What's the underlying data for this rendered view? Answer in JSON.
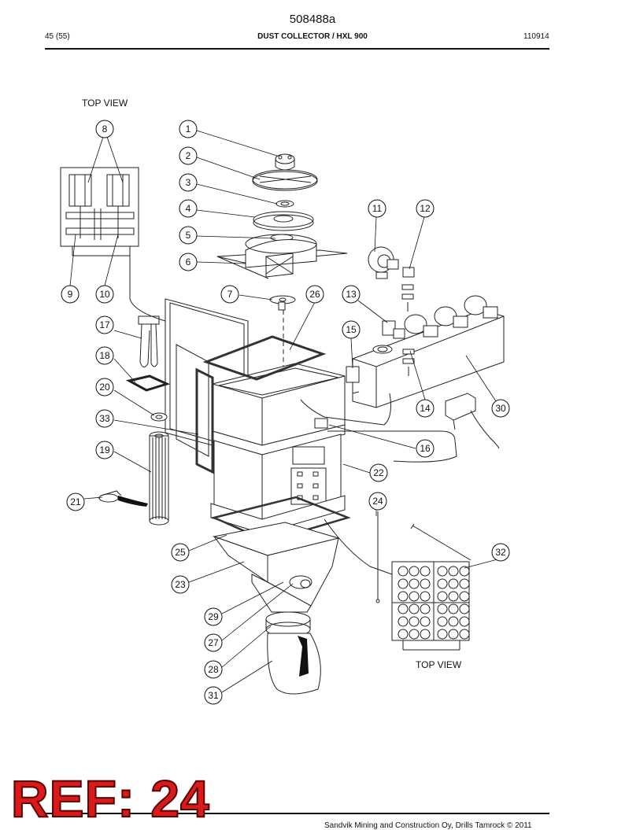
{
  "header": {
    "doc_number": "508488a",
    "page": "45 (55)",
    "title": "DUST COLLECTOR / HXL 900",
    "date": "110914"
  },
  "views": {
    "top_view_left": "TOP VIEW",
    "top_view_right": "TOP VIEW"
  },
  "callouts": {
    "c1": "1",
    "c2": "2",
    "c3": "3",
    "c4": "4",
    "c5": "5",
    "c6": "6",
    "c7": "7",
    "c8": "8",
    "c9": "9",
    "c10": "10",
    "c11": "11",
    "c12": "12",
    "c13": "13",
    "c14": "14",
    "c15": "15",
    "c16": "16",
    "c17": "17",
    "c18": "18",
    "c19": "19",
    "c20": "20",
    "c21": "21",
    "c22": "22",
    "c23": "23",
    "c24": "24",
    "c25": "25",
    "c26": "26",
    "c27": "27",
    "c28": "28",
    "c29": "29",
    "c30": "30",
    "c31": "31",
    "c32": "32",
    "c33": "33"
  },
  "stamp": "REF: 24",
  "footer": {
    "copyright": "Sandvik Mining and Construction Oy, Drills Tamrock © 2011"
  }
}
